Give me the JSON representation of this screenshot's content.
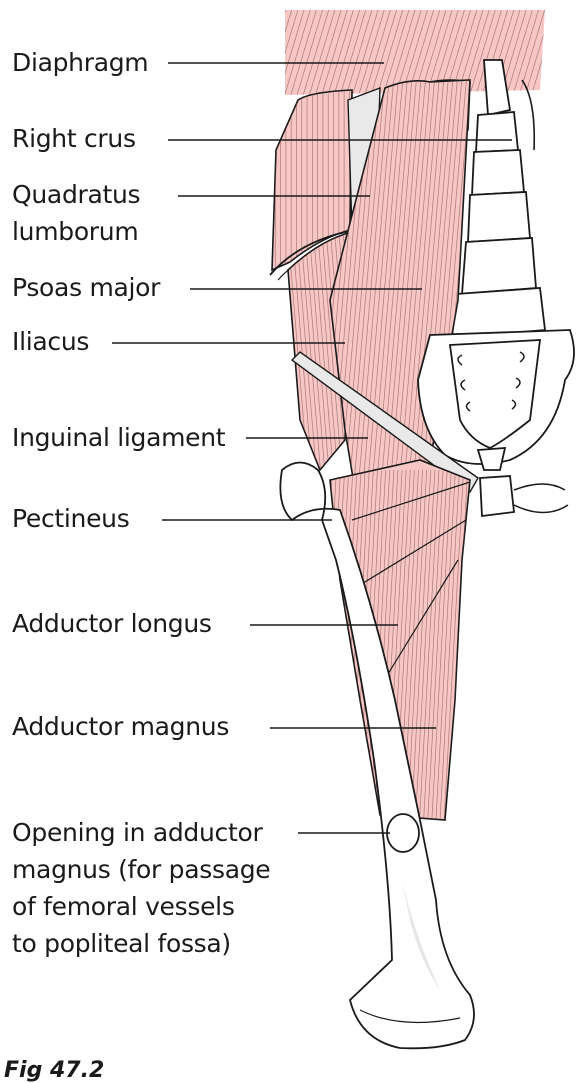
{
  "figure": {
    "caption": "Fig 47.2"
  },
  "labels": {
    "diaphragm": "Diaphragm",
    "right_crus": "Right crus",
    "quadratus_1": "Quadratus",
    "quadratus_2": "lumborum",
    "psoas_major": "Psoas major",
    "iliacus": "Iliacus",
    "inguinal_ligament": "Inguinal ligament",
    "pectineus": "Pectineus",
    "adductor_longus": "Adductor longus",
    "adductor_magnus": "Adductor magnus",
    "opening_1": "Opening in adductor",
    "opening_2": "magnus (for passage",
    "opening_3": "of femoral vessels",
    "opening_4": "to popliteal fossa)"
  },
  "colors": {
    "muscle": "#f6c7c4",
    "outline": "#1a1a1a",
    "bone": "#ffffff",
    "tendon": "#e9e9e9"
  }
}
